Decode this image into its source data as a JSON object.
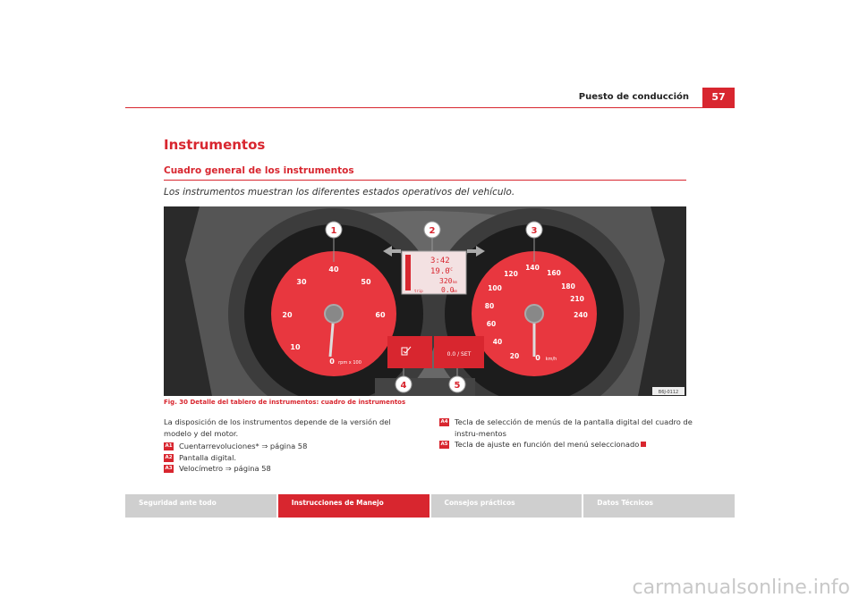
{
  "header": {
    "title": "Puesto de conducción",
    "page_number": "57"
  },
  "section": {
    "title": "Instrumentos",
    "subtitle": "Cuadro general de los instrumentos",
    "lead": "Los instrumentos muestran los diferentes estados operativos del vehículo."
  },
  "figure": {
    "caption": "Fig. 30   Detalle del tablero de instrumentos: cuadro de instrumentos",
    "code": "B6J-0112",
    "callouts": [
      "1",
      "2",
      "3",
      "4",
      "5"
    ],
    "tach": {
      "ticks": [
        "10",
        "20",
        "30",
        "40",
        "50",
        "60"
      ],
      "unit": "rpm x 100",
      "zero": "0"
    },
    "speedo": {
      "ticks": [
        "20",
        "40",
        "60",
        "80",
        "100",
        "120",
        "140",
        "160",
        "180",
        "210",
        "240"
      ],
      "unit": "km/h",
      "zero": "0"
    },
    "display": {
      "clock": "3:42",
      "temp": "19.0",
      "temp_unit": "°C",
      "odometer": "320",
      "odometer_unit": "km",
      "trip_label": "trip",
      "trip": "0.0",
      "trip_unit": "km"
    },
    "set_button_label": "0.0 / SET",
    "colors": {
      "dial": "#e8373f",
      "bezel": "#4a4a4a",
      "accent": "#d8262f"
    }
  },
  "body": {
    "intro": "La disposición de los instrumentos depende de la versión del modelo y del motor.",
    "items": [
      {
        "badge": "A1",
        "text": "Cuentarrevoluciones* ⇒ página 58"
      },
      {
        "badge": "A2",
        "text": "Pantalla digital."
      },
      {
        "badge": "A3",
        "text": "Velocímetro ⇒ página 58"
      },
      {
        "badge": "A4",
        "text": "Tecla de selección de menús de la pantalla digital del cuadro de instru-mentos"
      },
      {
        "badge": "A5",
        "text": "Tecla de ajuste en función del menú seleccionado"
      }
    ]
  },
  "footer": {
    "tabs": [
      "Seguridad ante todo",
      "Instrucciones de Manejo",
      "Consejos prácticos",
      "Datos Técnicos"
    ],
    "active_index": 1
  },
  "watermark": "carmanualsonline.info"
}
